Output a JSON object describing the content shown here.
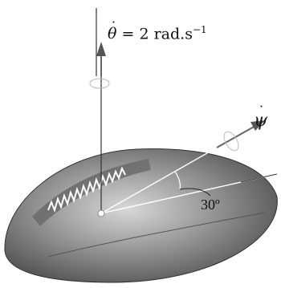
{
  "labels": {
    "theta_symbol": "θ",
    "theta_equation": " = 2 rad.s",
    "theta_exponent": "−1",
    "psi_symbol": "ψ",
    "angle": "30º"
  },
  "colors": {
    "ball_fill": "#7d7d7d",
    "ball_highlight": "#d6d6d6",
    "axis": "#3a3a3a",
    "arrow": "#666666",
    "lace": "#ffffff",
    "background": "#ffffff"
  }
}
